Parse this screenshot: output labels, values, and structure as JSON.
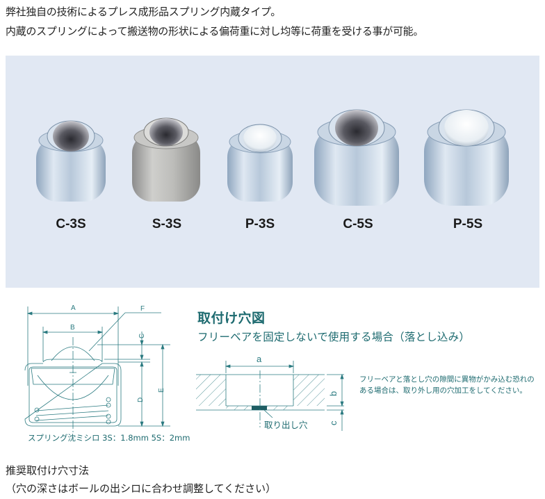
{
  "intro": {
    "line1": "弊社独自の技術によるプレス成形品スプリング内蔵タイプ。",
    "line2": "内蔵のスプリングによって搬送物の形状による偏荷重に対し均等に荷重を受ける事が可能。"
  },
  "products": [
    {
      "label": "C-3S",
      "ball": "steel"
    },
    {
      "label": "S-3S",
      "ball": "steel"
    },
    {
      "label": "P-3S",
      "ball": "resin"
    },
    {
      "label": "C-5S",
      "ball": "steel"
    },
    {
      "label": "P-5S",
      "ball": "resin"
    }
  ],
  "dimension_diagram": {
    "labels": {
      "A": "A",
      "B": "B",
      "C": "C",
      "D": "D",
      "E": "E",
      "F": "F"
    },
    "spring_note": "スプリング沈ミシロ 3S：1.8mm  5S：2mm"
  },
  "mounting_hole": {
    "title": "取付け穴図",
    "subtitle": "フリーベアを固定しないで使用する場合（落とし込み）",
    "labels": {
      "a": "a",
      "b": "b",
      "c": "c",
      "removal_hole": "取り出し穴"
    },
    "note": "フリーベアと落とし穴の隙間に異物がかみ込む恐れのある場合は、取り外し用の穴加工をしてください。"
  },
  "footer": {
    "line1": "推奨取付け穴寸法",
    "line2": "（穴の深さはボールの出シロに合わせ調整してください）"
  },
  "colors": {
    "panel_bg": "#e1e8f3",
    "accent_teal": "#1e6b70",
    "diagram_line": "#2a7a80"
  }
}
